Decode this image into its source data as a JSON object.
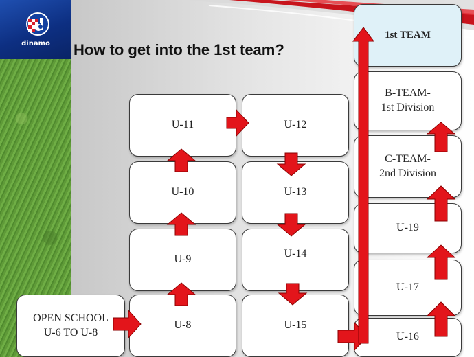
{
  "logo": {
    "text": "dinamo"
  },
  "title": "How to get into the 1st team?",
  "colors": {
    "arrow": "#e3151b",
    "arrow_outline": "#8a0000",
    "first_team_fill": "#dff1f8",
    "logo_blue": "#1340a0"
  },
  "boxes": {
    "open_school": "OPEN SCHOOL\nU-6 TO U-8",
    "u8": "U-8",
    "u9": "U-9",
    "u10": "U-10",
    "u11": "U-11",
    "u12": "U-12",
    "u13": "U-13",
    "u14": "U-14",
    "u15": "U-15",
    "u16": "U-16",
    "u17": "U-17",
    "u19": "U-19",
    "c_team": "C-TEAM-\n2nd Division",
    "b_team": "B-TEAM-\n1st Division",
    "first_team": "1st TEAM"
  },
  "progression": [
    [
      "open_school",
      "u8"
    ],
    [
      "u8",
      "u9"
    ],
    [
      "u9",
      "u10"
    ],
    [
      "u10",
      "u11"
    ],
    [
      "u11",
      "u12"
    ],
    [
      "u12",
      "u13"
    ],
    [
      "u13",
      "u14"
    ],
    [
      "u14",
      "u15"
    ],
    [
      "u15",
      "u16"
    ],
    [
      "u16",
      "u17"
    ],
    [
      "u17",
      "u19"
    ],
    [
      "u19",
      "c_team"
    ],
    [
      "c_team",
      "b_team"
    ],
    [
      "u16",
      "first_team"
    ]
  ]
}
